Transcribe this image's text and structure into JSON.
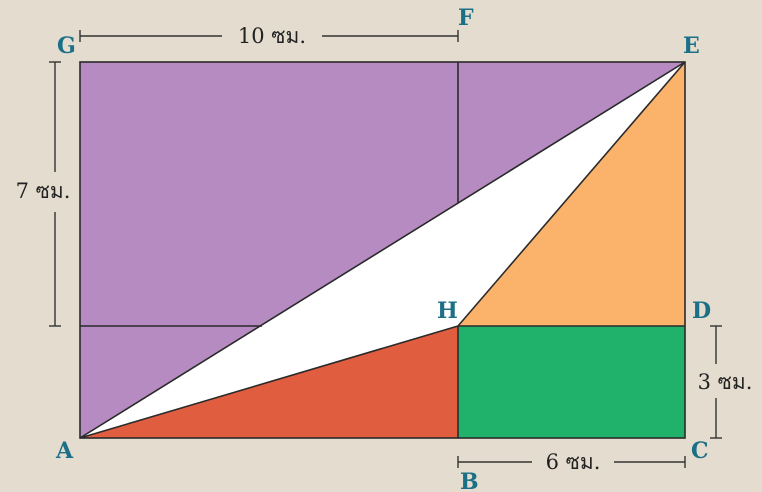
{
  "colors": {
    "background": "#e3dccf",
    "purple_region": "#b68bc2",
    "orange_triangle": "#fbb36c",
    "red_triangle": "#e05d40",
    "green_rectangle": "#20b26a",
    "white_triangle": "#ffffff",
    "point_label": "#1b6f86"
  },
  "points": {
    "A": "A",
    "B": "B",
    "C": "C",
    "D": "D",
    "E": "E",
    "F": "F",
    "G": "G",
    "H": "H"
  },
  "dimensions": {
    "gf": "10 ซม.",
    "ga": "7 ซม.",
    "dc": "3 ซม.",
    "bc": "6 ซม."
  }
}
